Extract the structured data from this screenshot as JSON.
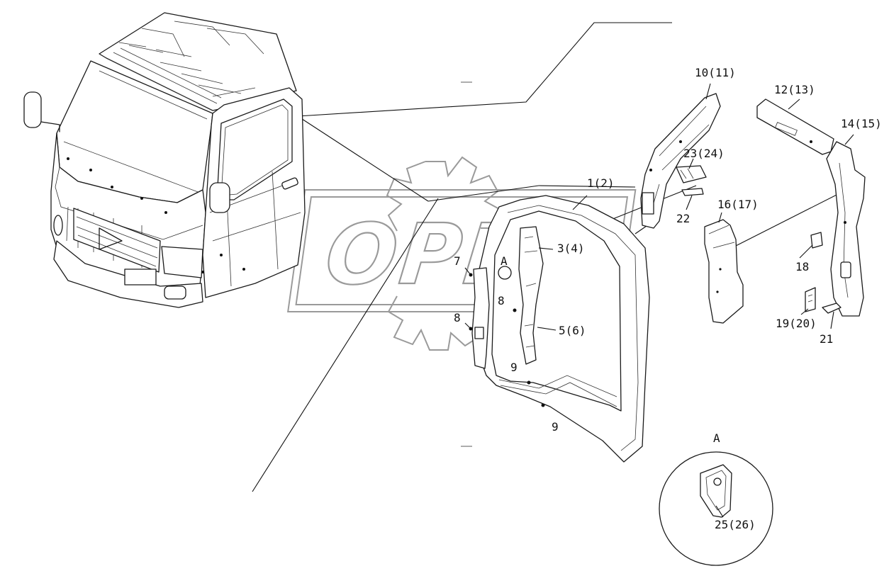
{
  "watermark": {
    "text": "OPEX"
  },
  "labels": {
    "l1": "1(2)",
    "l3": "3(4)",
    "l5": "5(6)",
    "l7": "7",
    "l8a": "8",
    "l8b": "8",
    "l9a": "9",
    "l9b": "9",
    "l10": "10(11)",
    "l12": "12(13)",
    "l14": "14(15)",
    "l16": "16(17)",
    "l18": "18",
    "l19": "19(20)",
    "l21": "21",
    "l22": "22",
    "l23": "23(24)",
    "l25": "25(26)",
    "detailA": "A",
    "markA": "A"
  }
}
